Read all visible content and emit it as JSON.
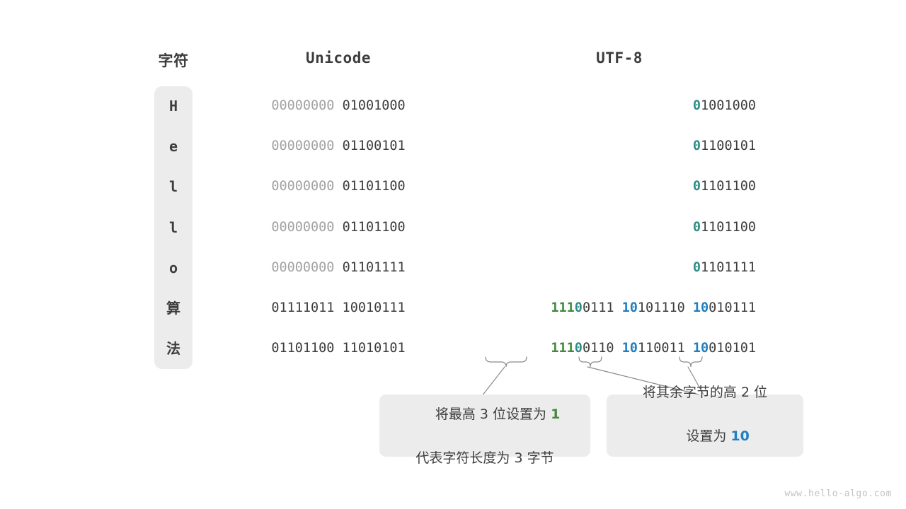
{
  "headers": {
    "character": "字符",
    "unicode": "Unicode",
    "utf8": "UTF-8"
  },
  "colors": {
    "teal": "#2f8e85",
    "green": "#42893f",
    "blue": "#1f7fc2",
    "dim_gray": "#a2a2a2",
    "text": "#3d3d3d",
    "panel_bg": "#ececec",
    "page_bg": "#ffffff",
    "connector": "#8a8a8a",
    "watermark": "#c3c3c3"
  },
  "rows": [
    {
      "char": "H",
      "unicode_dim": "00000000",
      "unicode_main": "01001000",
      "utf8_bytes": [
        {
          "prefix": "0",
          "prefix_color": "teal",
          "rest": "1001000"
        }
      ]
    },
    {
      "char": "e",
      "unicode_dim": "00000000",
      "unicode_main": "01100101",
      "utf8_bytes": [
        {
          "prefix": "0",
          "prefix_color": "teal",
          "rest": "1100101"
        }
      ]
    },
    {
      "char": "l",
      "unicode_dim": "00000000",
      "unicode_main": "01101100",
      "utf8_bytes": [
        {
          "prefix": "0",
          "prefix_color": "teal",
          "rest": "1101100"
        }
      ]
    },
    {
      "char": "l",
      "unicode_dim": "00000000",
      "unicode_main": "01101100",
      "utf8_bytes": [
        {
          "prefix": "0",
          "prefix_color": "teal",
          "rest": "1101100"
        }
      ]
    },
    {
      "char": "o",
      "unicode_dim": "00000000",
      "unicode_main": "01101111",
      "utf8_bytes": [
        {
          "prefix": "0",
          "prefix_color": "teal",
          "rest": "1101111"
        }
      ]
    },
    {
      "char": "算",
      "unicode_dim": "",
      "unicode_main": "01111011 10010111",
      "utf8_bytes": [
        {
          "prefix": "111",
          "prefix_color": "green",
          "prefix2": "0",
          "prefix2_color": "teal",
          "rest": "0111"
        },
        {
          "prefix": "10",
          "prefix_color": "blue",
          "rest": "101110"
        },
        {
          "prefix": "10",
          "prefix_color": "blue",
          "rest": "010111"
        }
      ]
    },
    {
      "char": "法",
      "unicode_dim": "",
      "unicode_main": "01101100 11010101",
      "utf8_bytes": [
        {
          "prefix": "111",
          "prefix_color": "green",
          "prefix2": "0",
          "prefix2_color": "teal",
          "rest": "0110"
        },
        {
          "prefix": "10",
          "prefix_color": "blue",
          "rest": "110011"
        },
        {
          "prefix": "10",
          "prefix_color": "blue",
          "rest": "010101"
        }
      ]
    }
  ],
  "callouts": [
    {
      "id": "callout-1",
      "line1_pre": "将最高 3 位设置为 ",
      "line1_hl": "1",
      "line1_hl_color": "green",
      "line2": "代表字符长度为 3 字节"
    },
    {
      "id": "callout-2",
      "line1_pre": "将其余字节的高 2 位",
      "line1_hl": "",
      "line1_hl_color": "blue",
      "line2_pre": "设置为 ",
      "line2_hl": "10",
      "line2_hl_color": "blue"
    }
  ],
  "watermark": "www.hello-algo.com"
}
